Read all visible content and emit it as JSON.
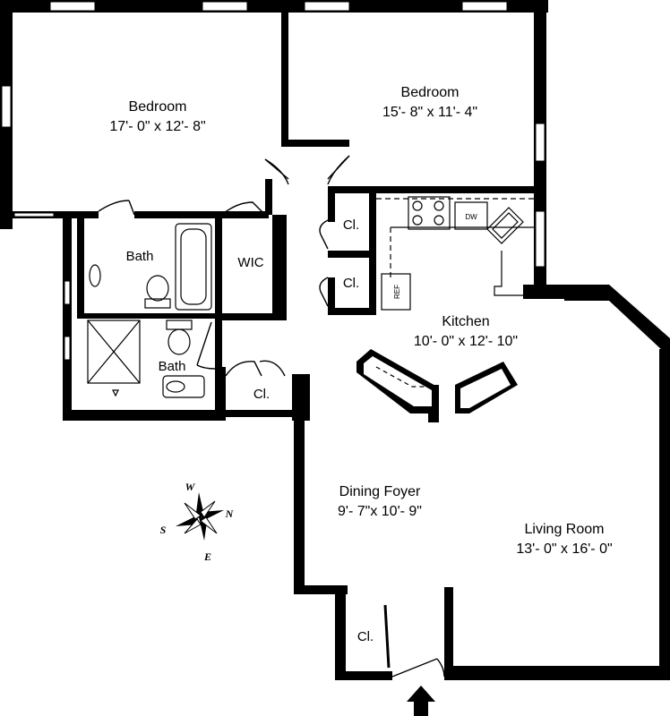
{
  "rooms": {
    "bedroom1": {
      "name": "Bedroom",
      "size": "17'- 0\" x 12'- 8\""
    },
    "bedroom2": {
      "name": "Bedroom",
      "size": "15'- 8\" x 11'- 4\""
    },
    "bath1": {
      "name": "Bath"
    },
    "bath2": {
      "name": "Bath"
    },
    "wic": {
      "name": "WIC"
    },
    "closet_a": {
      "name": "Cl."
    },
    "closet_b": {
      "name": "Cl."
    },
    "closet_c": {
      "name": "Cl."
    },
    "closet_d": {
      "name": "Cl."
    },
    "kitchen": {
      "name": "Kitchen",
      "size": "10'- 0\" x 12'- 10\""
    },
    "dining": {
      "name": "Dining Foyer",
      "size": "9'- 7\"x 10'- 9\""
    },
    "living": {
      "name": "Living Room",
      "size": "13'- 0\" x 16'- 0\""
    }
  },
  "appliances": {
    "dishwasher": "DW",
    "refrigerator": "REF"
  },
  "compass": {
    "north": "N",
    "south": "S",
    "east": "E",
    "west": "W"
  },
  "colors": {
    "wall": "#000000",
    "background": "#ffffff"
  }
}
